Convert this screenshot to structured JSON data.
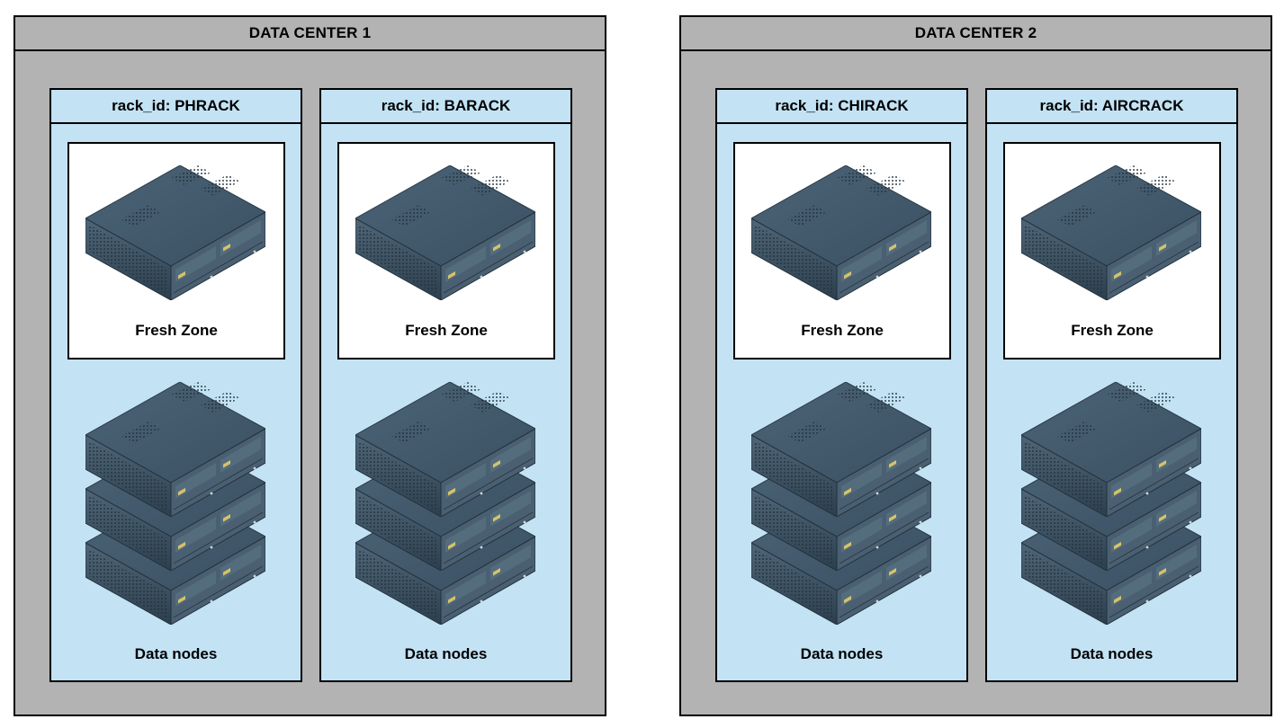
{
  "data_centers": [
    {
      "title": "DATA CENTER 1",
      "racks": [
        {
          "title": "rack_id: PHRACK",
          "fresh_label": "Fresh Zone",
          "nodes_label": "Data nodes"
        },
        {
          "title": "rack_id: BARACK",
          "fresh_label": "Fresh Zone",
          "nodes_label": "Data nodes"
        }
      ]
    },
    {
      "title": "DATA CENTER 2",
      "racks": [
        {
          "title": "rack_id: CHIRACK",
          "fresh_label": "Fresh Zone",
          "nodes_label": "Data nodes"
        },
        {
          "title": "rack_id: AIRCRACK",
          "fresh_label": "Fresh Zone",
          "nodes_label": "Data nodes"
        }
      ]
    }
  ],
  "server_icon": "server-icon",
  "colors": {
    "data_center_bg": "#b3b3b3",
    "rack_bg": "#c3e3f5",
    "server_body": "#3f5567"
  }
}
